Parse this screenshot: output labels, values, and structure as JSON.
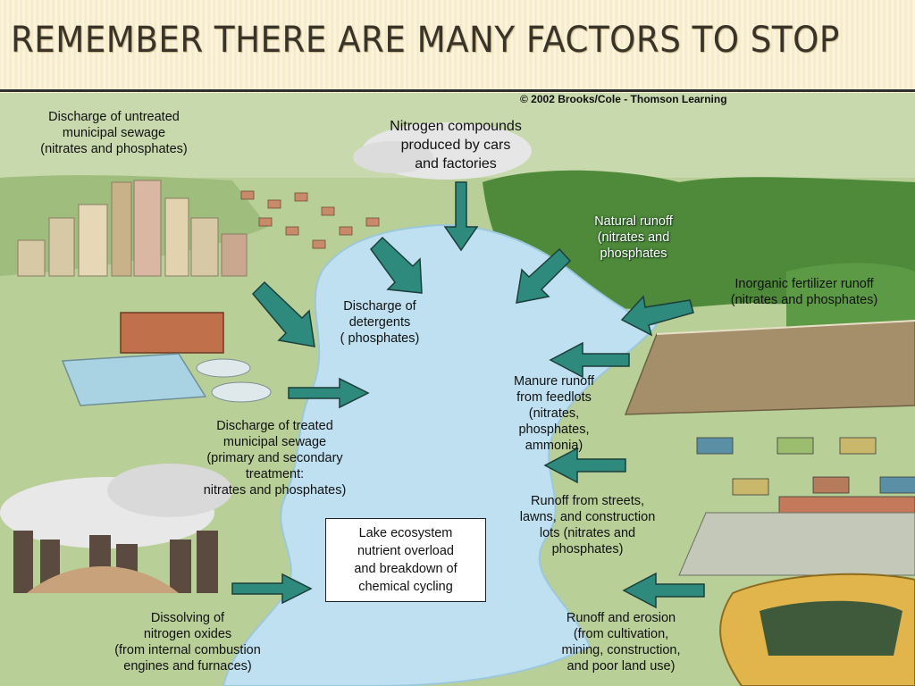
{
  "slide": {
    "title": "Remember there are many factors to stop"
  },
  "diagram": {
    "copyright": "© 2002 Brooks/Cole - Thomson Learning",
    "center_box": "Lake ecosystem\nnutrient overload\nand breakdown of\nchemical cycling",
    "labels": {
      "untreated_sewage": "Discharge of untreated\nmunicipal sewage\n(nitrates and phosphates)",
      "nitrogen_compounds": "Nitrogen compounds\nproduced by cars\nand factories",
      "natural_runoff": "Natural runoff\n(nitrates and\nphosphates",
      "inorganic_fertilizer": "Inorganic fertilizer runoff\n(nitrates and phosphates)",
      "detergents": "Discharge of\ndetergents\n( phosphates)",
      "manure_runoff": "Manure runoff\nfrom feedlots\n(nitrates,\nphosphates,\nammonia)",
      "treated_sewage": "Discharge of treated\nmunicipal sewage\n(primary and secondary\ntreatment:\nnitrates and phosphates)",
      "street_runoff": "Runoff from streets,\nlawns, and construction\nlots (nitrates and\nphosphates)",
      "nitrogen_oxides": "Dissolving of\nnitrogen oxides\n(from internal combustion\nengines and furnaces)",
      "erosion_runoff": "Runoff and erosion\n(from cultivation,\nmining, construction,\nand poor land use)"
    }
  },
  "colors": {
    "arrow": "#2f8a7e",
    "lake": "#bfe0f0",
    "land": "#a9c486",
    "forest": "#4f8a3a",
    "title": "#3a3328"
  }
}
